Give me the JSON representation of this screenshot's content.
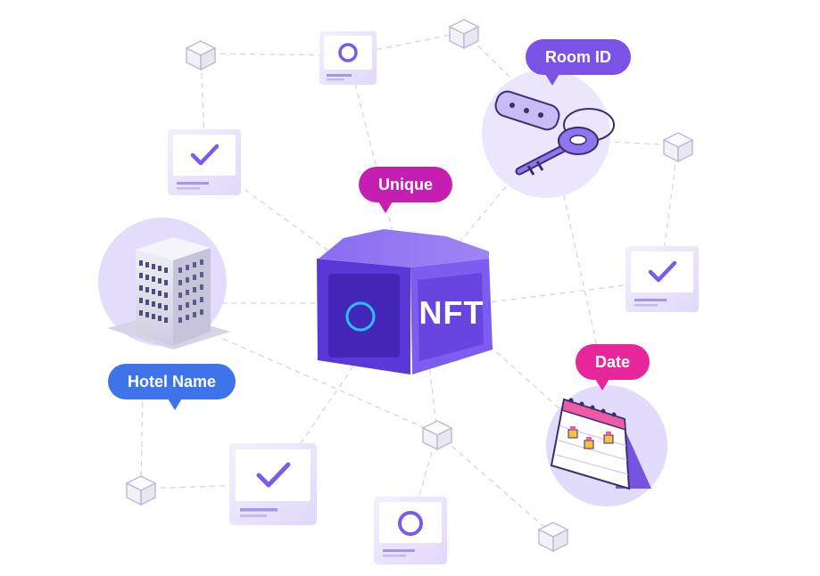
{
  "center": {
    "face_text": "NFT"
  },
  "labels": {
    "unique": "Unique",
    "room_id": "Room ID",
    "date": "Date",
    "hotel_name": "Hotel Name"
  },
  "colors": {
    "cube_purple": "#6a4ae0",
    "unique_magenta": "#c51fb1",
    "room_id_violet": "#7a52e6",
    "date_pink": "#e8269c",
    "hotel_blue": "#3f73ea",
    "node_lavender": "#e7e0fb",
    "connector_grey": "#d6d6de"
  },
  "icons": {
    "center": "nft-cube-icon",
    "room": "room-key-icon",
    "hotel": "hotel-building-icon",
    "date": "calendar-icon",
    "check": "checkmark-icon",
    "circle": "ring-icon",
    "block": "block-cube-icon"
  }
}
